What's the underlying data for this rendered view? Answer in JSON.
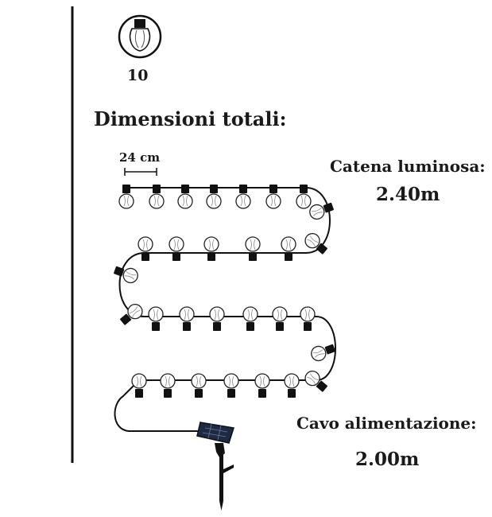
{
  "bulb_count": "10",
  "title": "Dimensioni totali:",
  "spacing_label": "24 cm",
  "chain": {
    "label": "Catena luminosa:",
    "length": "2.40m"
  },
  "cable": {
    "label": "Cavo alimentazione:",
    "length": "2.00m"
  },
  "colors": {
    "ink": "#1a1a1a",
    "background": "#ffffff"
  },
  "icons": [
    "bulb-icon",
    "solar-panel-icon"
  ]
}
